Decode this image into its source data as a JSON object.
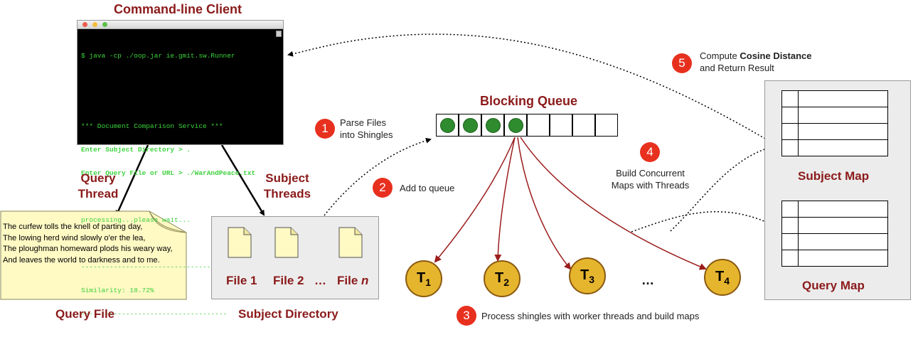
{
  "client": {
    "title": "Command-line Client",
    "terminal_lines": [
      "$ java -cp ./oop.jar ie.gmit.sw.Runner",
      "",
      "",
      "*** Document Comparison Service ***",
      "Enter Subject Directory > .",
      "Enter Query File or URL > ./WarAndPeace.txt",
      "",
      "processing...please wait...",
      "",
      "------------------------------------",
      "Similarity: 18.72%",
      "------------------------------------"
    ],
    "terminal_dot_colors": [
      "#ee5b52",
      "#f4bd3c",
      "#5fc04a"
    ]
  },
  "query": {
    "thread_label": "Query\nThread",
    "poem_lines": [
      "The curfew tolls the knell of parting day,",
      "The lowing herd wind slowly o'er the lea,",
      "The ploughman homeward plods his weary way,",
      "And leaves the world to darkness and to me."
    ],
    "file_label": "Query File"
  },
  "subject": {
    "thread_label": "Subject\nThreads",
    "files": [
      "File 1",
      "File 2",
      "…",
      "File"
    ],
    "last_file_suffix": "n",
    "dir_label": "Subject Directory"
  },
  "queue": {
    "title": "Blocking Queue",
    "cells": 8,
    "filled": 4
  },
  "steps": [
    {
      "num": "1",
      "text": "Parse Files\ninto Shingles"
    },
    {
      "num": "2",
      "text": "Add to queue"
    },
    {
      "num": "3",
      "text": "Process shingles with worker threads and build maps"
    },
    {
      "num": "4",
      "text": "Build Concurrent\nMaps with Threads"
    },
    {
      "num": "5",
      "text_prefix": "Compute ",
      "text_bold": "Cosine Distance",
      "text_suffix": "\nand Return Result"
    }
  ],
  "threads": [
    {
      "base": "T",
      "sub": "1"
    },
    {
      "base": "T",
      "sub": "2"
    },
    {
      "base": "T",
      "sub": "3"
    },
    {
      "base": "T",
      "sub": "4"
    }
  ],
  "ellipsis": "…",
  "maps": {
    "subject_label": "Subject Map",
    "query_label": "Query Map"
  },
  "colors": {
    "accent_red": "#8b1a1a",
    "badge_red": "#e8301f",
    "queue_green": "#2e8b2e",
    "thread_gold": "#e6b52e",
    "arrow_red": "#9b1d1d",
    "terminal_green": "#3cd13c"
  }
}
